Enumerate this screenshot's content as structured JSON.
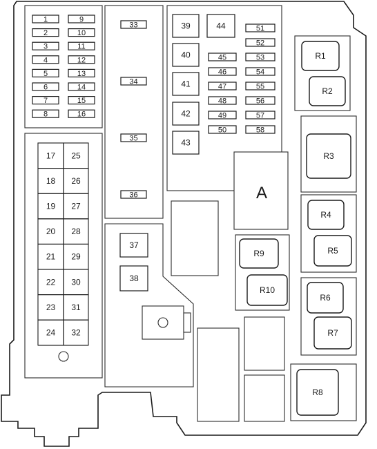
{
  "fuses_small_left": [
    "1",
    "2",
    "3",
    "4",
    "5",
    "6",
    "7",
    "8"
  ],
  "fuses_small_right": [
    "9",
    "10",
    "11",
    "12",
    "13",
    "14",
    "15",
    "16"
  ],
  "fuses_block_left": [
    "17",
    "18",
    "19",
    "20",
    "21",
    "22",
    "23",
    "24"
  ],
  "fuses_block_right": [
    "25",
    "26",
    "27",
    "28",
    "29",
    "30",
    "31",
    "32"
  ],
  "fuses_column": [
    "33",
    "34",
    "35",
    "36"
  ],
  "fuses_square_left": [
    "39",
    "40",
    "41",
    "42",
    "43"
  ],
  "fuse_44": "44",
  "fuses_mini_left": [
    "45",
    "46",
    "47",
    "48",
    "49",
    "50"
  ],
  "fuses_mini_right": [
    "51",
    "52",
    "53",
    "54",
    "55",
    "56",
    "57",
    "58"
  ],
  "fuses_lower": [
    "37",
    "38"
  ],
  "box_a": "A",
  "relays": [
    "R1",
    "R2",
    "R3",
    "R4",
    "R5",
    "R6",
    "R7",
    "R8",
    "R9",
    "R10"
  ]
}
